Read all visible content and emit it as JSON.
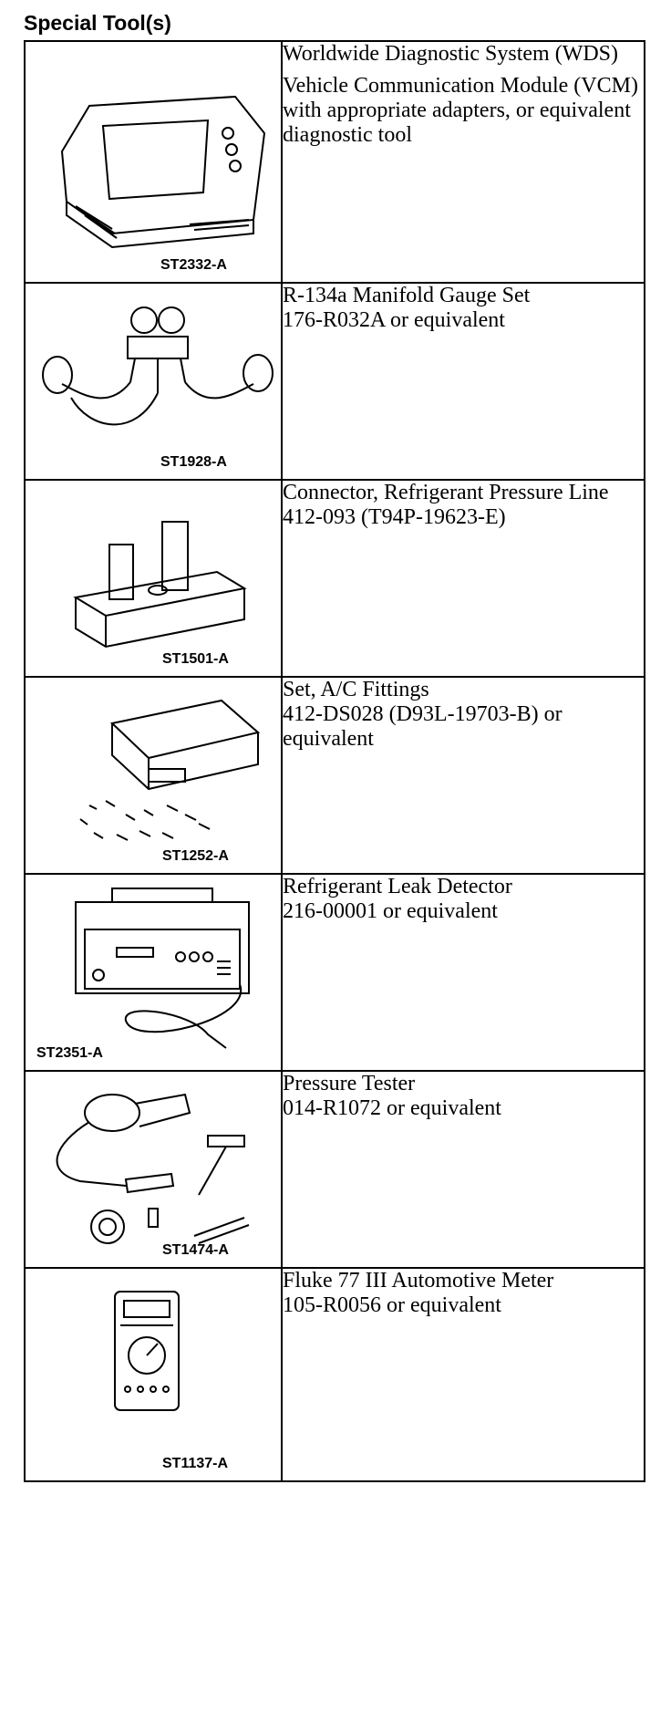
{
  "heading": "Special Tool(s)",
  "tools": [
    {
      "code": "ST2332-A",
      "lines": [
        "Worldwide Diagnostic System (WDS)"
      ],
      "lines2": [
        "Vehicle Communication Module (VCM) with appropriate adapters, or equivalent diagnostic tool"
      ],
      "icon": "diagnostic-tablet-icon"
    },
    {
      "code": "ST1928-A",
      "lines": [
        "R-134a Manifold Gauge Set",
        "176-R032A or equivalent"
      ],
      "icon": "manifold-gauge-icon"
    },
    {
      "code": "ST1501-A",
      "lines": [
        "Connector, Refrigerant Pressure Line",
        "412-093 (T94P-19623-E)"
      ],
      "icon": "pressure-line-connector-icon"
    },
    {
      "code": "ST1252-A",
      "lines": [
        "Set, A/C Fittings",
        "412-DS028 (D93L-19703-B) or equivalent"
      ],
      "icon": "fittings-case-icon"
    },
    {
      "code": "ST2351-A",
      "lines": [
        "Refrigerant Leak Detector",
        "216-00001 or equivalent"
      ],
      "icon": "leak-detector-icon"
    },
    {
      "code": "ST1474-A",
      "lines": [
        "Pressure Tester",
        "014-R1072 or equivalent"
      ],
      "icon": "pressure-tester-icon"
    },
    {
      "code": "ST1137-A",
      "lines": [
        "Fluke 77 III Automotive Meter",
        "105-R0056 or equivalent"
      ],
      "icon": "multimeter-icon"
    }
  ]
}
